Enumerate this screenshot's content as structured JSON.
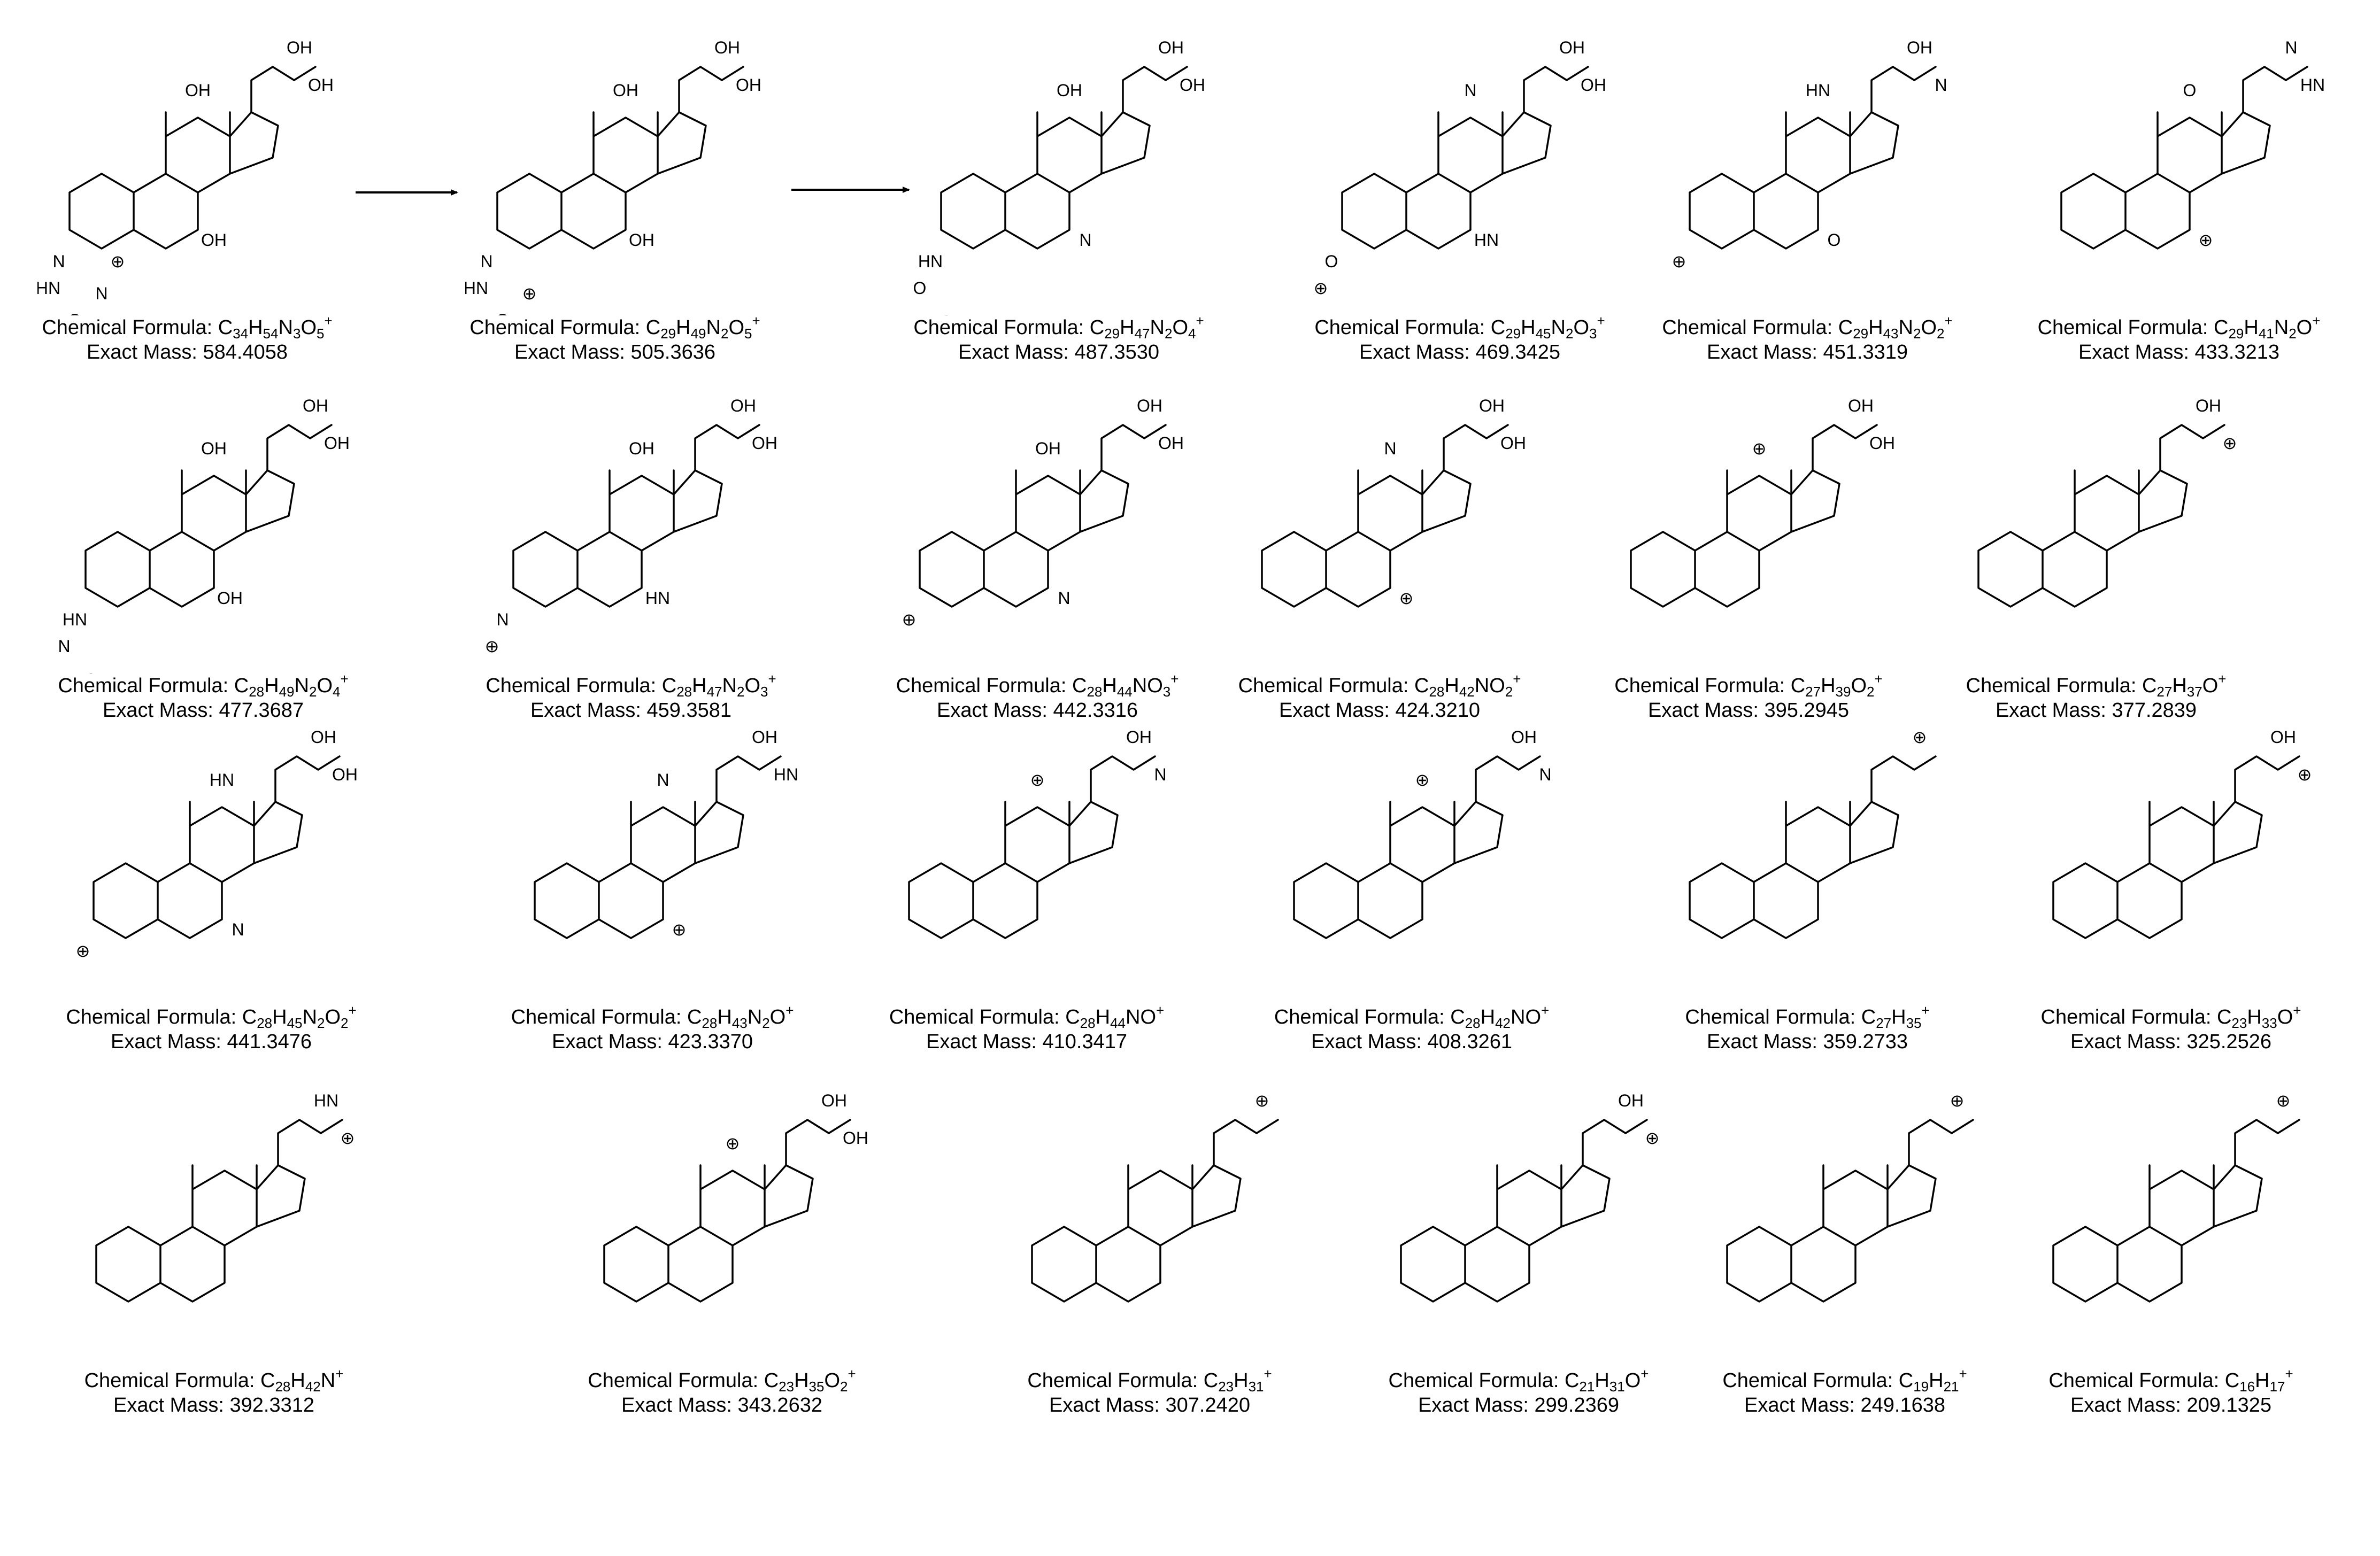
{
  "formula_prefix": "Chemical Formula: ",
  "mass_prefix": "Exact Mass: ",
  "compounds": [
    {
      "formula": [
        [
          "C",
          ""
        ],
        [
          "34",
          "sub"
        ],
        [
          "H",
          ""
        ],
        [
          "54",
          "sub"
        ],
        [
          "N",
          ""
        ],
        [
          "3",
          "sub"
        ],
        [
          "O",
          ""
        ],
        [
          "5",
          "sub"
        ],
        [
          "+",
          "sup"
        ]
      ],
      "mass": "584.4058",
      "atoms": [
        "OH",
        "OH",
        "OH",
        "OH",
        "N",
        "HN",
        "O",
        "N",
        "⊕"
      ]
    },
    {
      "formula": [
        [
          "C",
          ""
        ],
        [
          "29",
          "sub"
        ],
        [
          "H",
          ""
        ],
        [
          "49",
          "sub"
        ],
        [
          "N",
          ""
        ],
        [
          "2",
          "sub"
        ],
        [
          "O",
          ""
        ],
        [
          "5",
          "sub"
        ],
        [
          "+",
          "sup"
        ]
      ],
      "mass": "505.3636",
      "atoms": [
        "OH",
        "OH",
        "OH",
        "OH",
        "N",
        "HN",
        "O",
        "⊕"
      ]
    },
    {
      "formula": [
        [
          "C",
          ""
        ],
        [
          "29",
          "sub"
        ],
        [
          "H",
          ""
        ],
        [
          "47",
          "sub"
        ],
        [
          "N",
          ""
        ],
        [
          "2",
          "sub"
        ],
        [
          "O",
          ""
        ],
        [
          "4",
          "sub"
        ],
        [
          "+",
          "sup"
        ]
      ],
      "mass": "487.3530",
      "atoms": [
        "OH",
        "OH",
        "OH",
        "N",
        "HN",
        "O",
        "⊕"
      ]
    },
    {
      "formula": [
        [
          "C",
          ""
        ],
        [
          "29",
          "sub"
        ],
        [
          "H",
          ""
        ],
        [
          "45",
          "sub"
        ],
        [
          "N",
          ""
        ],
        [
          "2",
          "sub"
        ],
        [
          "O",
          ""
        ],
        [
          "3",
          "sub"
        ],
        [
          "+",
          "sup"
        ]
      ],
      "mass": "469.3425",
      "atoms": [
        "OH",
        "OH",
        "N",
        "HN",
        "O",
        "⊕"
      ]
    },
    {
      "formula": [
        [
          "C",
          ""
        ],
        [
          "29",
          "sub"
        ],
        [
          "H",
          ""
        ],
        [
          "43",
          "sub"
        ],
        [
          "N",
          ""
        ],
        [
          "2",
          "sub"
        ],
        [
          "O",
          ""
        ],
        [
          "2",
          "sub"
        ],
        [
          "+",
          "sup"
        ]
      ],
      "mass": "451.3319",
      "atoms": [
        "OH",
        "N",
        "HN",
        "O",
        "⊕"
      ]
    },
    {
      "formula": [
        [
          "C",
          ""
        ],
        [
          "29",
          "sub"
        ],
        [
          "H",
          ""
        ],
        [
          "41",
          "sub"
        ],
        [
          "N",
          ""
        ],
        [
          "2",
          "sub"
        ],
        [
          "O",
          ""
        ],
        [
          "+",
          "sup"
        ]
      ],
      "mass": "433.3213",
      "atoms": [
        "N",
        "HN",
        "O",
        "⊕"
      ]
    },
    {
      "formula": [
        [
          "C",
          ""
        ],
        [
          "28",
          "sub"
        ],
        [
          "H",
          ""
        ],
        [
          "49",
          "sub"
        ],
        [
          "N",
          ""
        ],
        [
          "2",
          "sub"
        ],
        [
          "O",
          ""
        ],
        [
          "4",
          "sub"
        ],
        [
          "+",
          "sup"
        ]
      ],
      "mass": "477.3687",
      "atoms": [
        "OH",
        "OH",
        "OH",
        "OH",
        "HN",
        "N",
        "⊕"
      ]
    },
    {
      "formula": [
        [
          "C",
          ""
        ],
        [
          "28",
          "sub"
        ],
        [
          "H",
          ""
        ],
        [
          "47",
          "sub"
        ],
        [
          "N",
          ""
        ],
        [
          "2",
          "sub"
        ],
        [
          "O",
          ""
        ],
        [
          "3",
          "sub"
        ],
        [
          "+",
          "sup"
        ]
      ],
      "mass": "459.3581",
      "atoms": [
        "OH",
        "OH",
        "OH",
        "HN",
        "N",
        "⊕"
      ]
    },
    {
      "formula": [
        [
          "C",
          ""
        ],
        [
          "28",
          "sub"
        ],
        [
          "H",
          ""
        ],
        [
          "44",
          "sub"
        ],
        [
          "N",
          ""
        ],
        [
          "O",
          ""
        ],
        [
          "3",
          "sub"
        ],
        [
          "+",
          "sup"
        ]
      ],
      "mass": "442.3316",
      "atoms": [
        "OH",
        "OH",
        "OH",
        "N",
        "⊕"
      ]
    },
    {
      "formula": [
        [
          "C",
          ""
        ],
        [
          "28",
          "sub"
        ],
        [
          "H",
          ""
        ],
        [
          "42",
          "sub"
        ],
        [
          "N",
          ""
        ],
        [
          "O",
          ""
        ],
        [
          "2",
          "sub"
        ],
        [
          "+",
          "sup"
        ]
      ],
      "mass": "424.3210",
      "atoms": [
        "OH",
        "OH",
        "N",
        "⊕"
      ]
    },
    {
      "formula": [
        [
          "C",
          ""
        ],
        [
          "27",
          "sub"
        ],
        [
          "H",
          ""
        ],
        [
          "39",
          "sub"
        ],
        [
          "O",
          ""
        ],
        [
          "2",
          "sub"
        ],
        [
          "+",
          "sup"
        ]
      ],
      "mass": "395.2945",
      "atoms": [
        "OH",
        "OH",
        "⊕"
      ]
    },
    {
      "formula": [
        [
          "C",
          ""
        ],
        [
          "27",
          "sub"
        ],
        [
          "H",
          ""
        ],
        [
          "37",
          "sub"
        ],
        [
          "O",
          ""
        ],
        [
          "+",
          "sup"
        ]
      ],
      "mass": "377.2839",
      "atoms": [
        "OH",
        "⊕"
      ]
    },
    {
      "formula": [
        [
          "C",
          ""
        ],
        [
          "28",
          "sub"
        ],
        [
          "H",
          ""
        ],
        [
          "45",
          "sub"
        ],
        [
          "N",
          ""
        ],
        [
          "2",
          "sub"
        ],
        [
          "O",
          ""
        ],
        [
          "2",
          "sub"
        ],
        [
          "+",
          "sup"
        ]
      ],
      "mass": "441.3476",
      "atoms": [
        "OH",
        "OH",
        "HN",
        "N",
        "⊕"
      ]
    },
    {
      "formula": [
        [
          "C",
          ""
        ],
        [
          "28",
          "sub"
        ],
        [
          "H",
          ""
        ],
        [
          "43",
          "sub"
        ],
        [
          "N",
          ""
        ],
        [
          "2",
          "sub"
        ],
        [
          "O",
          ""
        ],
        [
          "+",
          "sup"
        ]
      ],
      "mass": "423.3370",
      "atoms": [
        "OH",
        "HN",
        "N",
        "⊕"
      ]
    },
    {
      "formula": [
        [
          "C",
          ""
        ],
        [
          "28",
          "sub"
        ],
        [
          "H",
          ""
        ],
        [
          "44",
          "sub"
        ],
        [
          "N",
          ""
        ],
        [
          "O",
          ""
        ],
        [
          "+",
          "sup"
        ]
      ],
      "mass": "410.3417",
      "atoms": [
        "OH",
        "N",
        "⊕"
      ]
    },
    {
      "formula": [
        [
          "C",
          ""
        ],
        [
          "28",
          "sub"
        ],
        [
          "H",
          ""
        ],
        [
          "42",
          "sub"
        ],
        [
          "N",
          ""
        ],
        [
          "O",
          ""
        ],
        [
          "+",
          "sup"
        ]
      ],
      "mass": "408.3261",
      "atoms": [
        "OH",
        "N",
        "⊕"
      ]
    },
    {
      "formula": [
        [
          "C",
          ""
        ],
        [
          "27",
          "sub"
        ],
        [
          "H",
          ""
        ],
        [
          "35",
          "sub"
        ],
        [
          "+",
          "sup"
        ]
      ],
      "mass": "359.2733",
      "atoms": [
        "⊕"
      ]
    },
    {
      "formula": [
        [
          "C",
          ""
        ],
        [
          "23",
          "sub"
        ],
        [
          "H",
          ""
        ],
        [
          "33",
          "sub"
        ],
        [
          "O",
          ""
        ],
        [
          "+",
          "sup"
        ]
      ],
      "mass": "325.2526",
      "atoms": [
        "OH",
        "⊕"
      ]
    },
    {
      "formula": [
        [
          "C",
          ""
        ],
        [
          "28",
          "sub"
        ],
        [
          "H",
          ""
        ],
        [
          "42",
          "sub"
        ],
        [
          "N",
          ""
        ],
        [
          "+",
          "sup"
        ]
      ],
      "mass": "392.3312",
      "atoms": [
        "HN",
        "⊕"
      ]
    },
    {
      "formula": [
        [
          "C",
          ""
        ],
        [
          "23",
          "sub"
        ],
        [
          "H",
          ""
        ],
        [
          "35",
          "sub"
        ],
        [
          "O",
          ""
        ],
        [
          "2",
          "sub"
        ],
        [
          "+",
          "sup"
        ]
      ],
      "mass": "343.2632",
      "atoms": [
        "OH",
        "OH",
        "⊕"
      ]
    },
    {
      "formula": [
        [
          "C",
          ""
        ],
        [
          "23",
          "sub"
        ],
        [
          "H",
          ""
        ],
        [
          "31",
          "sub"
        ],
        [
          "+",
          "sup"
        ]
      ],
      "mass": "307.2420",
      "atoms": [
        "⊕"
      ]
    },
    {
      "formula": [
        [
          "C",
          ""
        ],
        [
          "21",
          "sub"
        ],
        [
          "H",
          ""
        ],
        [
          "31",
          "sub"
        ],
        [
          "O",
          ""
        ],
        [
          "+",
          "sup"
        ]
      ],
      "mass": "299.2369",
      "atoms": [
        "OH",
        "⊕"
      ]
    },
    {
      "formula": [
        [
          "C",
          ""
        ],
        [
          "19",
          "sub"
        ],
        [
          "H",
          ""
        ],
        [
          "21",
          "sub"
        ],
        [
          "+",
          "sup"
        ]
      ],
      "mass": "249.1638",
      "atoms": [
        "⊕"
      ]
    },
    {
      "formula": [
        [
          "C",
          ""
        ],
        [
          "16",
          "sub"
        ],
        [
          "H",
          ""
        ],
        [
          "17",
          "sub"
        ],
        [
          "+",
          "sup"
        ]
      ],
      "mass": "209.1325",
      "atoms": [
        "⊕"
      ]
    }
  ]
}
